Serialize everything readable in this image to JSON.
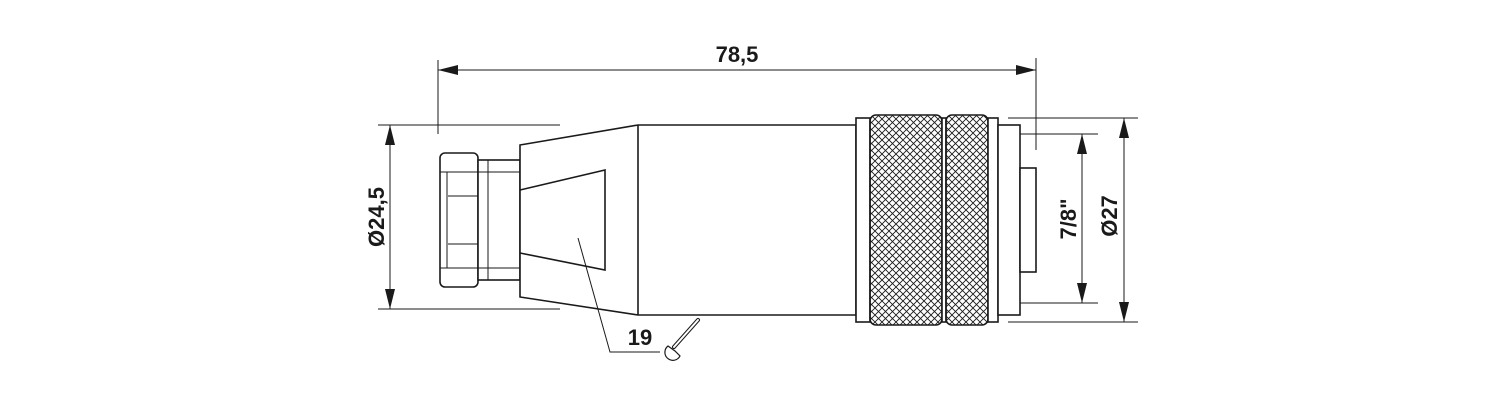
{
  "dimensions": {
    "overall_length": "78,5",
    "diameter_left": "Ø24,5",
    "thread": "7/8\"",
    "diameter_right": "Ø27",
    "wrench_size": "19"
  },
  "icons": {
    "wrench": "wrench-icon"
  },
  "colors": {
    "line": "#1a1a1a",
    "background": "#ffffff"
  }
}
